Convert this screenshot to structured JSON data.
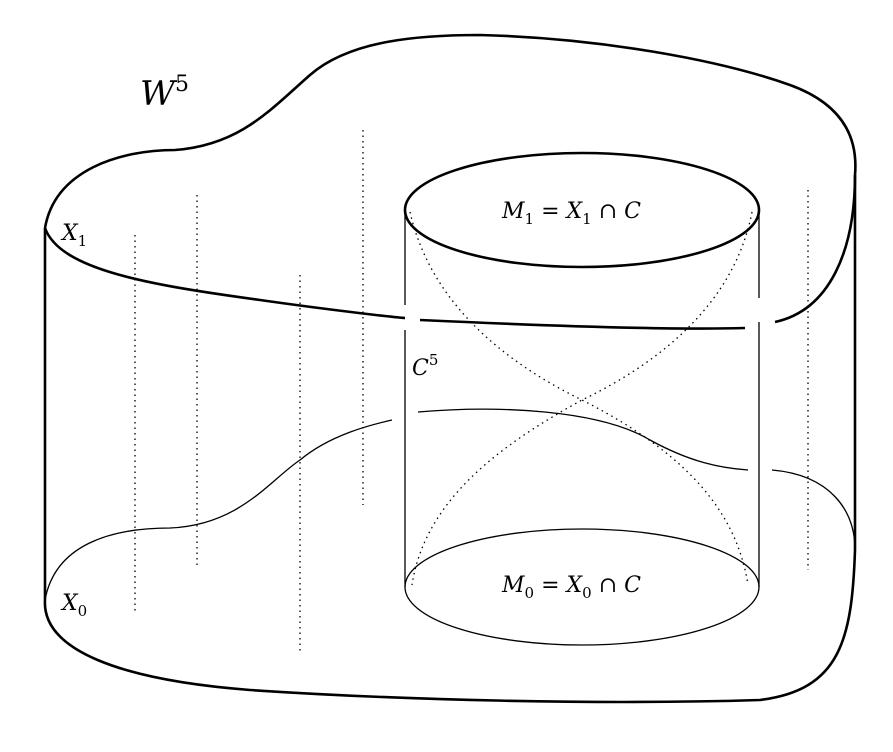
{
  "labels": {
    "w": {
      "base": "W",
      "sup": "5"
    },
    "x1": {
      "base": "X",
      "sub": "1"
    },
    "x0": {
      "base": "X",
      "sub": "0"
    },
    "c": {
      "base": "C",
      "sup": "5"
    },
    "m1": {
      "base": "M",
      "sub": "1",
      "rest": " = X",
      "sub2": "1",
      "tail": " ∩ C"
    },
    "m0": {
      "base": "M",
      "sub": "0",
      "rest": " = X",
      "sub2": "0",
      "tail": " ∩ C"
    }
  }
}
